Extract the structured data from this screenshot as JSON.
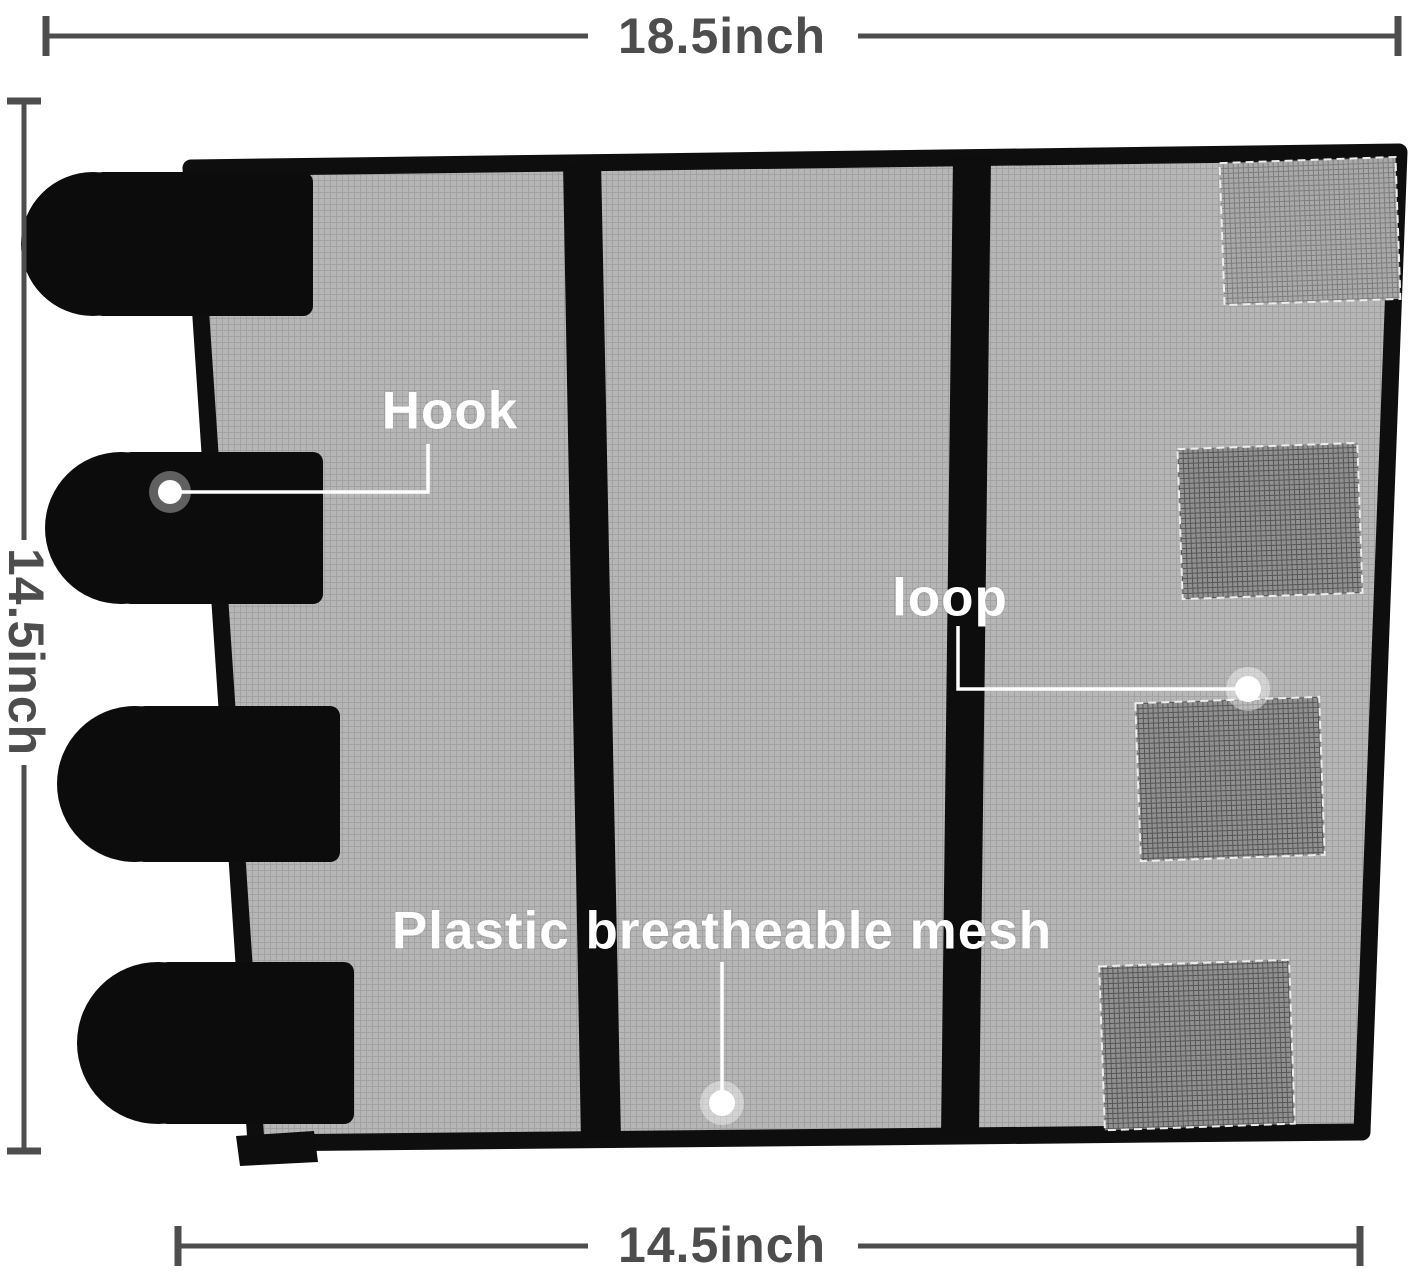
{
  "diagram": {
    "dimensions": {
      "top": "18.5inch",
      "left": "14.5inch",
      "bottom": "14.5inch"
    },
    "labels": {
      "hook": "Hook",
      "loop": "loop",
      "mesh": "Plastic breatheable mesh"
    },
    "icons": {
      "hook_marker": "white-dot-marker",
      "loop_marker": "white-dot-marker",
      "mesh_marker": "white-dot-marker"
    },
    "colors": {
      "background": "#ffffff",
      "mesh_gray": "#b6b6b6",
      "patch_light": "#a9a9a9",
      "patch_dark": "#909090",
      "strap_black": "#0d0d0d",
      "dimension_text": "#4d4d4d",
      "callout_text": "#ffffff"
    }
  }
}
